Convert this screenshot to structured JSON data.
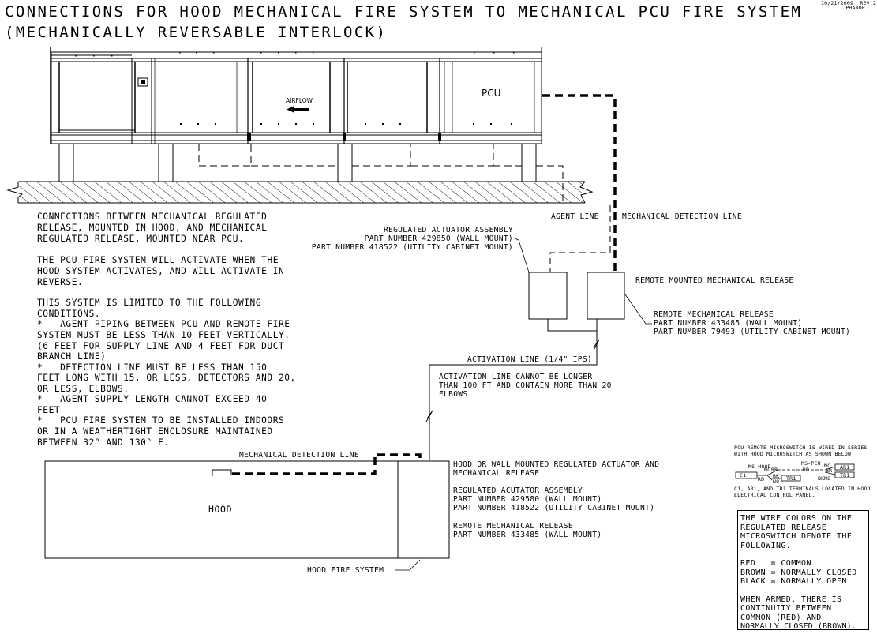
{
  "header": {
    "title_line1": "CONNECTIONS FOR HOOD MECHANICAL FIRE SYSTEM TO MECHANICAL PCU FIRE SYSTEM",
    "title_line2": "(MECHANICALLY REVERSABLE INTERLOCK)",
    "revision_date": "10/21/2009  REV.2",
    "revision_author": "PHANDR"
  },
  "unit": {
    "pcu_label": "PCU",
    "airflow_label": "AIRFLOW",
    "airflow_arrow_icon": "left-arrow-icon"
  },
  "lines": {
    "agent_line": "AGENT LINE",
    "mechanical_detection_line": "MECHANICAL DETECTION LINE",
    "activation_line": "ACTIVATION LINE (1/4\" IPS)",
    "hood_mechanical_detection_line": "MECHANICAL DETECTION LINE"
  },
  "notes": {
    "left_paragraphs": [
      [
        "CONNECTIONS BETWEEN MECHANICAL REGULATED",
        "RELEASE, MOUNTED IN HOOD, AND MECHANICAL",
        "REGULATED RELEASE, MOUNTED NEAR PCU."
      ],
      [
        "THE PCU FIRE SYSTEM WILL ACTIVATE WHEN THE",
        "HOOD SYSTEM ACTIVATES, AND WILL ACTIVATE IN",
        "REVERSE."
      ],
      [
        "THIS SYSTEM IS LIMITED TO THE FOLLOWING",
        "CONDITIONS.",
        "*   AGENT PIPING BETWEEN PCU AND REMOTE FIRE",
        "SYSTEM MUST BE LESS THAN 10 FEET VERTICALLY.",
        "(6 FEET FOR SUPPLY LINE AND 4 FEET FOR DUCT",
        "BRANCH LINE)",
        "*   DETECTION LINE MUST BE LESS THAN 150",
        "FEET LONG WITH 15, OR LESS, DETECTORS AND 20,",
        "OR LESS, ELBOWS.",
        "*   AGENT SUPPLY LENGTH CANNOT EXCEED 40",
        "FEET",
        "*   PCU FIRE SYSTEM TO BE INSTALLED INDOORS",
        "OR IN A WEATHERTIGHT ENCLOSURE MAINTAINED",
        "BETWEEN 32° AND 130° F."
      ]
    ],
    "regulated_actuator": [
      "REGULATED ACTUATOR ASSEMBLY",
      "PART NUMBER 429850 (WALL MOUNT)",
      "PART NUMBER 418522 (UTILITY CABINET MOUNT)"
    ],
    "remote_mounted_label": "REMOTE MOUNTED MECHANICAL RELEASE",
    "remote_release": [
      "REMOTE MECHANICAL RELEASE",
      "PART NUMBER 433485 (WALL MOUNT)",
      "PART NUMBER 79493 (UTILITY CABINET MOUNT)"
    ],
    "activation_limit": [
      "ACTIVATION LINE CANNOT BE LONGER",
      "THAN 100 FT AND CONTAIN MORE THAN 20",
      "ELBOWS."
    ],
    "hood_release": [
      "HOOD OR WALL MOUNTED REGULATED ACTUATOR AND",
      "MECHANICAL RELEASE",
      "",
      "REGULATED ACUTATOR ASSEMBLY",
      "PART NUMBER 429580 (WALL MOUNT)",
      "PART NUMBER 418522 (UTILITY CABINET MOUNT)",
      "",
      "REMOTE MECHANICAL RELEASE",
      "PART NUMBER 433485 (WALL MOUNT)"
    ],
    "hood_label": "HOOD",
    "hood_fire_system": "HOOD FIRE SYSTEM"
  },
  "wiring": {
    "intro": [
      "PCU REMOTE MICROSWITCH IS WIRED IN SERIES",
      "WITH HOOD MICROSWITCH AS SHOWN BELOW"
    ],
    "ms_hood": "MS-HOOD",
    "ms_pcu": "MS-PCU",
    "c1": "C1",
    "ar1": "AR1",
    "tr1_left": "TR1",
    "tr1_right": "TR1",
    "rd_left": "RD",
    "rd_right": "RD",
    "nc_left": "NC",
    "nc_right": "NC",
    "br_left": "BR",
    "br_right": "BR",
    "bk_left": "BK",
    "bk_right": "BK",
    "no_left": "NO",
    "no_right": "NO",
    "footer": [
      "C1, AR1, AND TR1 TERMINALS LOCATED IN HOOD",
      "ELECTRICAL CONTROL PANEL."
    ]
  },
  "wire_colors": {
    "intro": [
      "THE WIRE COLORS ON THE",
      "REGULATED RELEASE",
      "MICROSWITCH DENOTE THE",
      "FOLLOWING."
    ],
    "legend": [
      "RED   = COMMON",
      "BROWN = NORMALLY CLOSED",
      "BLACK = NORMALLY OPEN"
    ],
    "armed": [
      "WHEN ARMED, THERE IS",
      "CONTINUITY BETWEEN",
      "COMMON (RED) AND",
      "NORMALLY CLOSED (BROWN)."
    ]
  }
}
